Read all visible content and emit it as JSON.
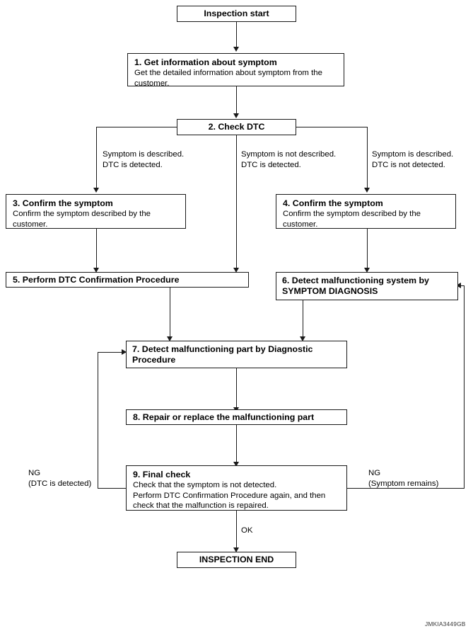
{
  "figure": {
    "code": "JMKIA3449GB"
  },
  "nodes": {
    "start": {
      "title": "Inspection start"
    },
    "step1": {
      "title": "1. Get information about symptom",
      "body": "Get the detailed information about symptom from the\ncustomer."
    },
    "step2": {
      "title": "2. Check DTC"
    },
    "step3": {
      "title": "3. Confirm the symptom",
      "body": "Confirm the symptom described by the\ncustomer."
    },
    "step4": {
      "title": "4. Confirm the symptom",
      "body": "Confirm the symptom described by the\ncustomer."
    },
    "step5": {
      "title": "5. Perform DTC Confirmation Procedure"
    },
    "step6": {
      "title": "6. Detect malfunctioning system by\n    SYMPTOM DIAGNOSIS"
    },
    "step7": {
      "title": "7. Detect malfunctioning part by Diagnostic\n    Procedure"
    },
    "step8": {
      "title": "8. Repair or replace the malfunctioning part"
    },
    "step9": {
      "title": "9. Final check",
      "body": "Check that the symptom is not detected.\nPerform DTC Confirmation Procedure again, and then\ncheck that the malfunction is repaired."
    },
    "end": {
      "title": "INSPECTION END"
    }
  },
  "edge_labels": {
    "branch_left": "Symptom is described.\nDTC is detected.",
    "branch_middle": "Symptom is not described.\nDTC is detected.",
    "branch_right": "Symptom is described.\nDTC is not detected.",
    "ng_left": "NG\n(DTC is detected)",
    "ng_right": "NG\n(Symptom remains)",
    "ok": "OK"
  }
}
